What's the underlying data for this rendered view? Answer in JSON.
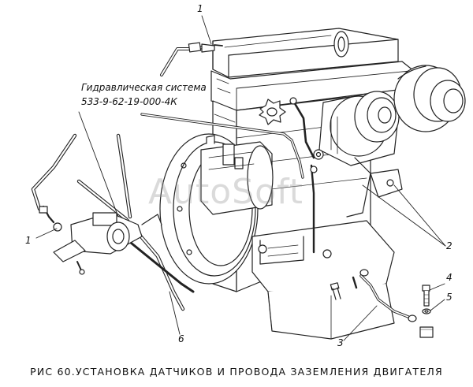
{
  "hydraulic_label": {
    "line1": "Гидравлическая система",
    "line2": "533-9-62-19-000-4К"
  },
  "callouts": {
    "c1_top": "1",
    "c1_left": "1",
    "c2": "2",
    "c3": "3",
    "c4": "4",
    "c5": "5",
    "c6": "6"
  },
  "watermark": "AutoSoft",
  "caption": "РИС 60.УСТАНОВКА ДАТЧИКОВ И ПРОВОДА ЗАЗЕМЛЕНИЯ ДВИГАТЕЛЯ"
}
